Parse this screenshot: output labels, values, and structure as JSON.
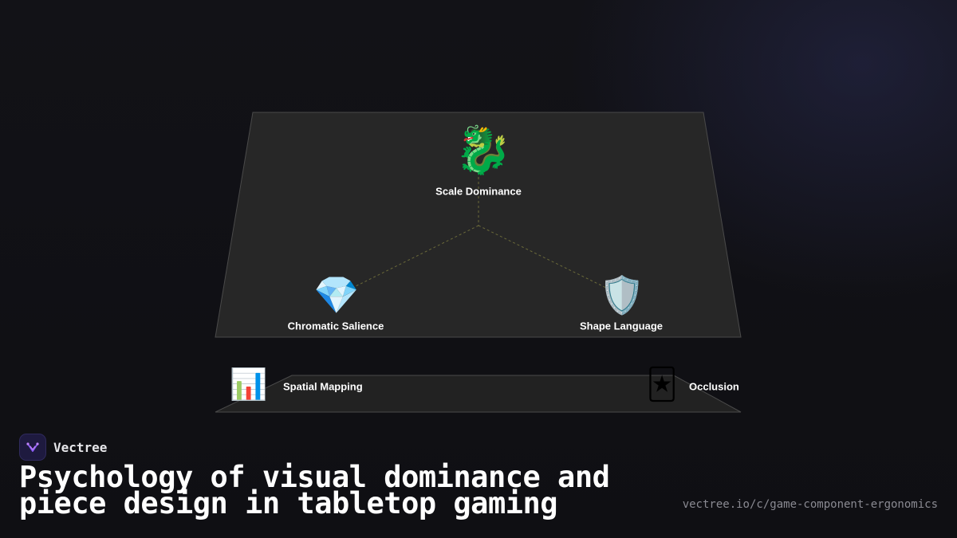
{
  "diagram": {
    "nodes": {
      "scale_dominance": {
        "label": "Scale Dominance",
        "icon": "dragon-icon",
        "glyph": "🐉"
      },
      "chromatic_salience": {
        "label": "Chromatic Salience",
        "icon": "gem-icon",
        "glyph": "💎"
      },
      "shape_language": {
        "label": "Shape Language",
        "icon": "shield-icon",
        "glyph": "🛡️"
      },
      "spatial_mapping": {
        "label": "Spatial Mapping",
        "icon": "bar-chart-icon",
        "glyph": "📊"
      },
      "occlusion": {
        "label": "Occlusion",
        "icon": "joker-card-icon",
        "glyph": "🃏"
      }
    },
    "edges": [
      {
        "from": "scale_dominance",
        "to": "chromatic_salience",
        "style": "dashed"
      },
      {
        "from": "scale_dominance",
        "to": "shape_language",
        "style": "dashed"
      }
    ],
    "colors": {
      "upper_plane": "#272727",
      "lower_plane": "#222222",
      "edge": "#6b6a3a",
      "plane_border": "#4a4a4a"
    }
  },
  "brand": {
    "name": "Vectree",
    "logo_icon": "vectree-logo-icon",
    "logo_color": "#8b5cf6"
  },
  "title": "Psychology of visual dominance and piece design in tabletop gaming",
  "url": "vectree.io/c/game-component-ergonomics"
}
